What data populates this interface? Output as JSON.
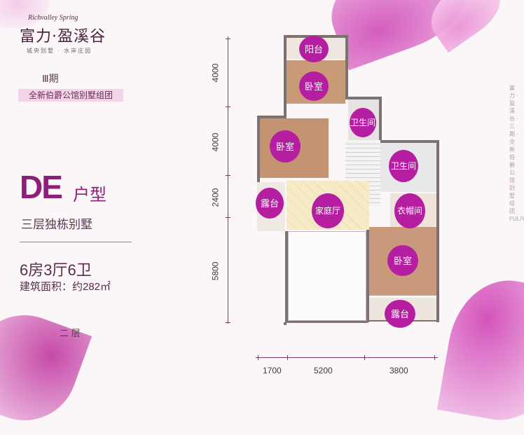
{
  "logo": {
    "script": "Richvalley Spring",
    "name": "富力·盈溪谷",
    "tagline": "城央别墅 · 水岸庄园"
  },
  "phase": "Ⅲ期",
  "group_banner": "全新伯爵公馆别墅组团",
  "unit": {
    "code": "DE",
    "suffix": "户型",
    "villa_type": "三层独栋别墅",
    "rooms": "6房3厅6卫",
    "area": "建筑面积：约282㎡",
    "floor": "二 层"
  },
  "dimensions": {
    "vertical": [
      "4000",
      "4000",
      "2400",
      "5800"
    ],
    "horizontal": [
      "1700",
      "5200",
      "3800"
    ]
  },
  "rooms": {
    "balcony": "阳台",
    "bedroom_top": "卧室",
    "bathroom_left": "卫生间",
    "bedroom_left": "卧室",
    "bathroom_right": "卫生间",
    "terrace_left": "露台",
    "family_hall": "家庭厅",
    "cloakroom": "衣帽间",
    "bedroom_right": "卧室",
    "terrace_right": "露台"
  },
  "side_text": "富力 · 盈溪谷 · 三期 · 全新伯爵公馆别墅组团 · FULIYINGXIGU",
  "colors": {
    "accent": "#b51ea0",
    "brand": "#8e1e78"
  }
}
